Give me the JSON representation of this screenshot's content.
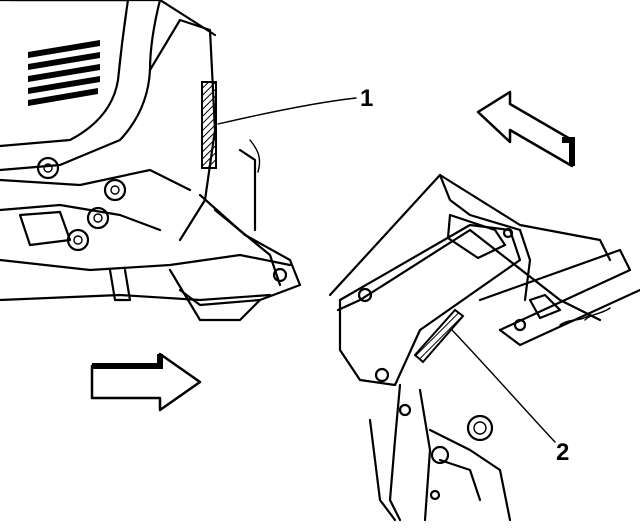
{
  "callouts": [
    {
      "id": "1",
      "label": "1"
    },
    {
      "id": "2",
      "label": "2"
    }
  ],
  "colors": {
    "ink": "#000000",
    "paper": "#ffffff",
    "fill": "#ffffff"
  },
  "icons": {
    "arrow_upper_right": "arrow-left-icon",
    "arrow_lower_left": "arrow-right-icon"
  }
}
